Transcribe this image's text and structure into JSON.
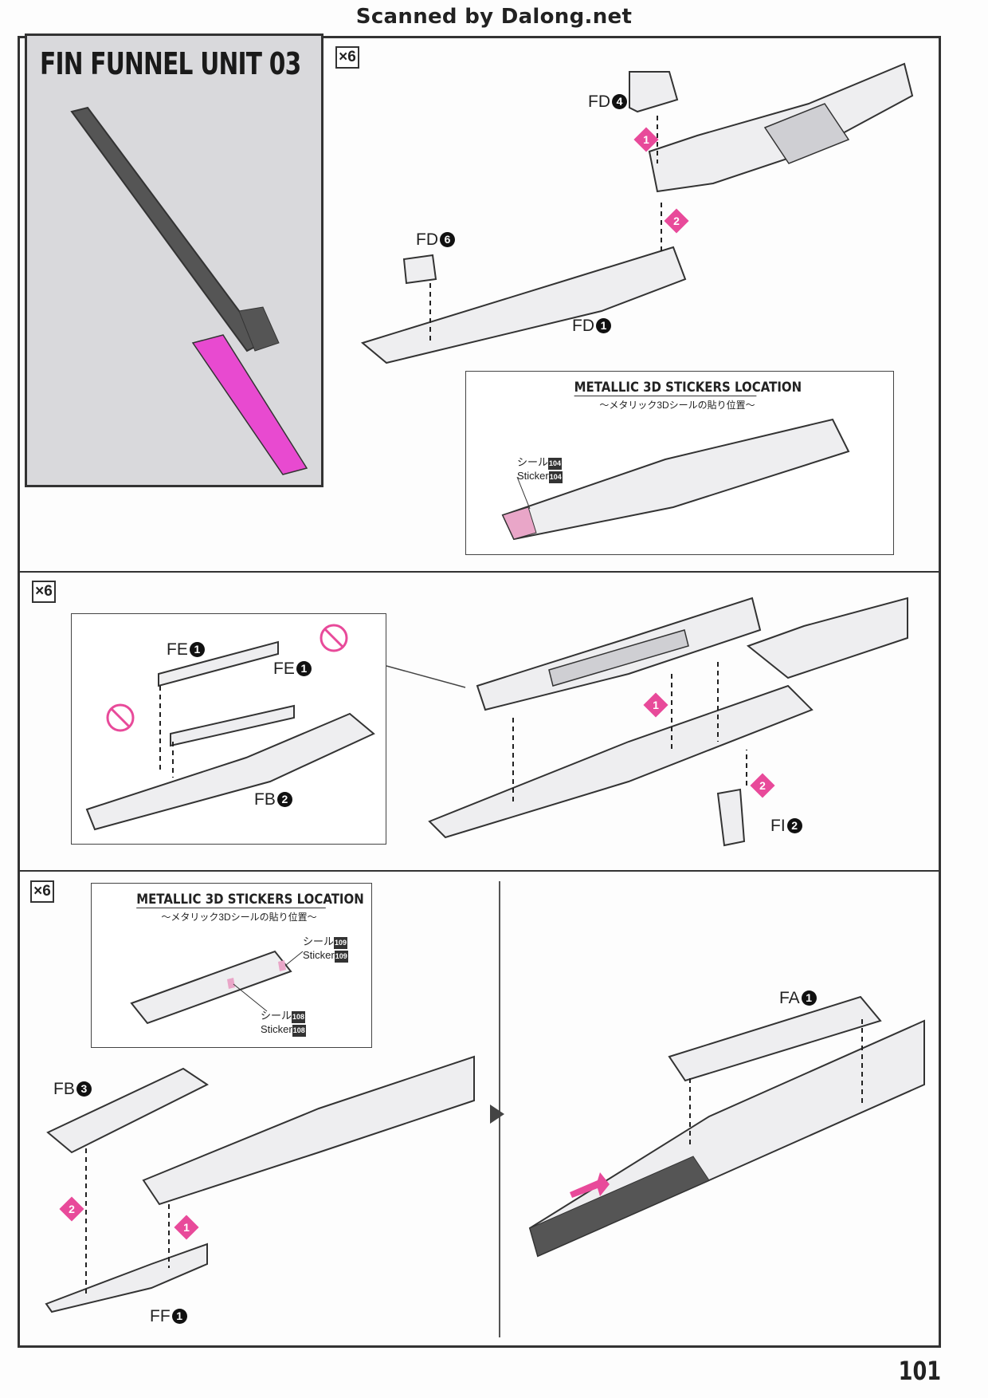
{
  "header": {
    "scan_credit": "Scanned by Dalong.net"
  },
  "title": "FIN FUNNEL UNIT 03",
  "page_number": "101",
  "colors": {
    "accent_pink": "#e84a9a",
    "sticker_pink": "#e9a6c8",
    "frame": "#333333",
    "title_bg": "#d9d9dc"
  },
  "panel1": {
    "quantity": "×6",
    "parts": {
      "fd4": "FD",
      "fd4_num": "4",
      "fd6": "FD",
      "fd6_num": "6",
      "fd1": "FD",
      "fd1_num": "1"
    },
    "steps": [
      "1",
      "2"
    ],
    "stickers": {
      "title": "METALLIC 3D STICKERS LOCATION",
      "subtitle": "～メタリック3Dシールの貼り位置～",
      "label_jp": "シール",
      "label_en": "Sticker",
      "number": "104"
    }
  },
  "panel2": {
    "quantity": "×6",
    "parts": {
      "fe1a": "FE",
      "fe1a_num": "1",
      "fe1b": "FE",
      "fe1b_num": "1",
      "fb2": "FB",
      "fb2_num": "2",
      "fi2": "FI",
      "fi2_num": "2"
    },
    "steps": [
      "1",
      "2"
    ]
  },
  "panel3": {
    "quantity": "×6",
    "stickers": {
      "title": "METALLIC 3D STICKERS LOCATION",
      "subtitle": "～メタリック3Dシールの貼り位置～",
      "label_jp": "シール",
      "label_en": "Sticker",
      "number_a": "109",
      "number_b": "108"
    },
    "parts": {
      "fb3": "FB",
      "fb3_num": "3",
      "ff1": "FF",
      "ff1_num": "1",
      "fa1": "FA",
      "fa1_num": "1"
    },
    "steps": [
      "1",
      "2"
    ]
  }
}
